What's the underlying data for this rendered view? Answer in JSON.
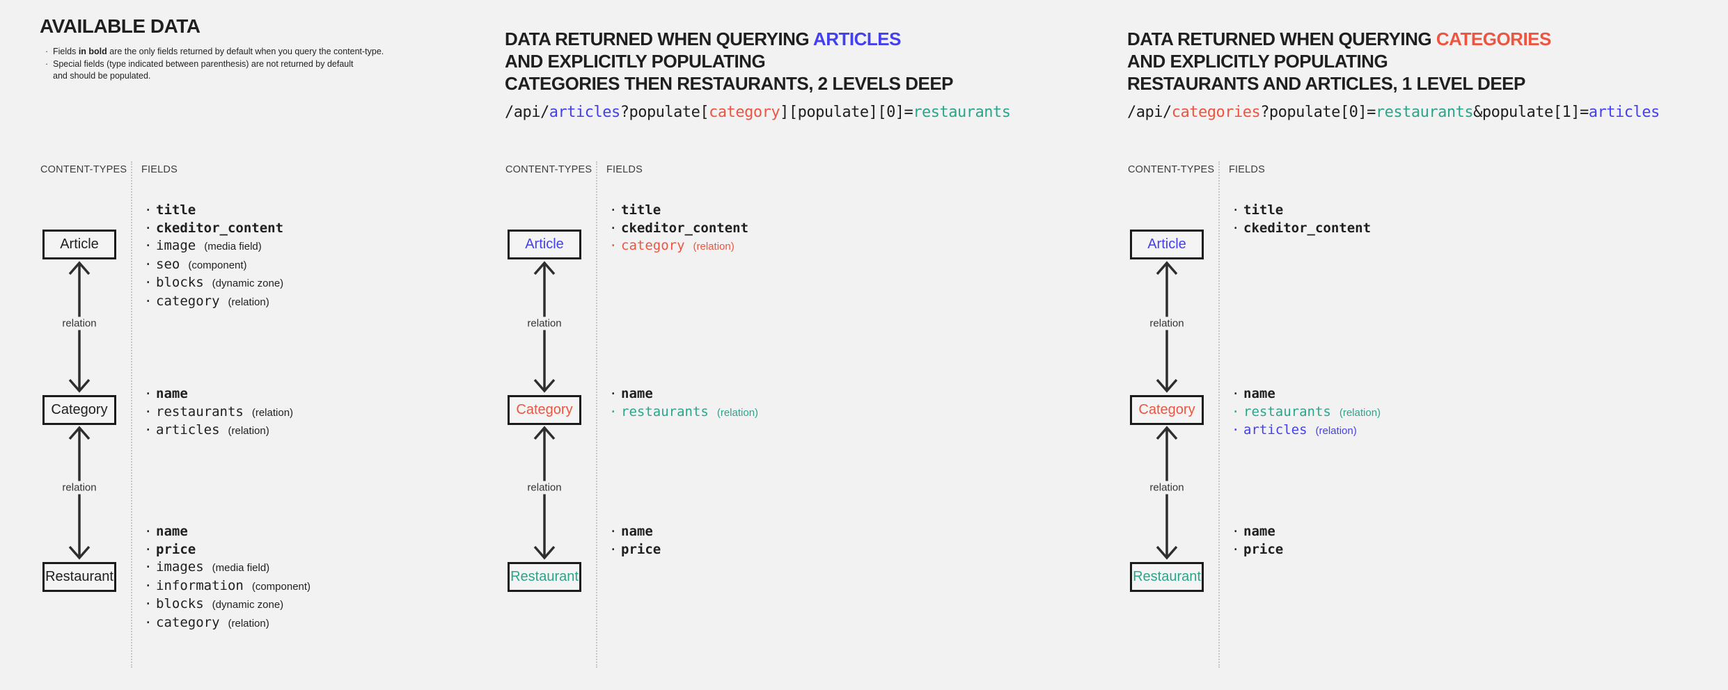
{
  "colors": {
    "dark": "#1f1f1f",
    "blue": "#4440ee",
    "red": "#ee5541",
    "green": "#2aa58c",
    "muted": "#3d3d3d",
    "background": "#f2f2f2"
  },
  "columns": [
    {
      "name": "available-data",
      "title_lines": [
        [
          {
            "text": "AVAILABLE DATA",
            "color": "dark"
          }
        ]
      ],
      "notes": [
        [
          {
            "text": "Fields ",
            "color": "dark"
          },
          {
            "text": "in bold",
            "color": "dark",
            "bold": true
          },
          {
            "text": " are the only fields returned by default when you query the content-type.",
            "color": "dark"
          }
        ],
        [
          {
            "text": "Special fields (type indicated between parenthesis) are not returned by default\nand should be populated.",
            "color": "dark"
          }
        ]
      ],
      "url_segments": [],
      "headers": {
        "content_types": "CONTENT-TYPES",
        "fields": "FIELDS"
      },
      "relation_label": "relation",
      "nodes": [
        {
          "label": "Article",
          "color": "dark",
          "fields": [
            {
              "name": "title",
              "bold": true,
              "color": "dark"
            },
            {
              "name": "ckeditor_content",
              "bold": true,
              "color": "dark"
            },
            {
              "name": "image",
              "annotation": "(media field)",
              "color": "dark"
            },
            {
              "name": "seo",
              "annotation": "(component)",
              "color": "dark"
            },
            {
              "name": "blocks",
              "annotation": "(dynamic zone)",
              "color": "dark"
            },
            {
              "name": "category",
              "annotation": "(relation)",
              "color": "dark"
            }
          ]
        },
        {
          "label": "Category",
          "color": "dark",
          "fields": [
            {
              "name": "name",
              "bold": true,
              "color": "dark"
            },
            {
              "name": "restaurants",
              "annotation": "(relation)",
              "color": "dark"
            },
            {
              "name": "articles",
              "annotation": "(relation)",
              "color": "dark"
            }
          ]
        },
        {
          "label": "Restaurant",
          "color": "dark",
          "fields": [
            {
              "name": "name",
              "bold": true,
              "color": "dark"
            },
            {
              "name": "price",
              "bold": true,
              "color": "dark"
            },
            {
              "name": "images",
              "annotation": "(media field)",
              "color": "dark"
            },
            {
              "name": "information",
              "annotation": "(component)",
              "color": "dark"
            },
            {
              "name": "blocks",
              "annotation": "(dynamic zone)",
              "color": "dark"
            },
            {
              "name": "category",
              "annotation": "(relation)",
              "color": "dark"
            }
          ]
        }
      ]
    },
    {
      "name": "query-articles",
      "title_lines": [
        [
          {
            "text": "DATA RETURNED WHEN QUERYING ",
            "color": "dark"
          },
          {
            "text": "ARTICLES",
            "color": "blue"
          }
        ],
        [
          {
            "text": "AND EXPLICITLY POPULATING",
            "color": "dark"
          }
        ],
        [
          {
            "text": "CATEGORIES THEN RESTAURANTS, 2 LEVELS DEEP",
            "color": "dark"
          }
        ]
      ],
      "notes": [],
      "url_segments": [
        {
          "text": "/api/",
          "color": "dark"
        },
        {
          "text": "articles",
          "color": "blue"
        },
        {
          "text": "?populate[",
          "color": "dark"
        },
        {
          "text": "category",
          "color": "red"
        },
        {
          "text": "][populate][0]=",
          "color": "dark"
        },
        {
          "text": "restaurants",
          "color": "green"
        }
      ],
      "headers": {
        "content_types": "CONTENT-TYPES",
        "fields": "FIELDS"
      },
      "relation_label": "relation",
      "nodes": [
        {
          "label": "Article",
          "color": "blue",
          "fields": [
            {
              "name": "title",
              "bold": true,
              "color": "dark"
            },
            {
              "name": "ckeditor_content",
              "bold": true,
              "color": "dark"
            },
            {
              "name": "category",
              "annotation": "(relation)",
              "color": "red"
            }
          ]
        },
        {
          "label": "Category",
          "color": "red",
          "fields": [
            {
              "name": "name",
              "bold": true,
              "color": "dark"
            },
            {
              "name": "restaurants",
              "annotation": "(relation)",
              "color": "green"
            }
          ]
        },
        {
          "label": "Restaurant",
          "color": "green",
          "fields": [
            {
              "name": "name",
              "bold": true,
              "color": "dark"
            },
            {
              "name": "price",
              "bold": true,
              "color": "dark"
            }
          ]
        }
      ]
    },
    {
      "name": "query-categories",
      "title_lines": [
        [
          {
            "text": "DATA RETURNED WHEN QUERYING ",
            "color": "dark"
          },
          {
            "text": "CATEGORIES",
            "color": "red"
          }
        ],
        [
          {
            "text": "AND EXPLICITLY POPULATING",
            "color": "dark"
          }
        ],
        [
          {
            "text": "RESTAURANTS AND ARTICLES, 1 LEVEL DEEP",
            "color": "dark"
          }
        ]
      ],
      "notes": [],
      "url_segments": [
        {
          "text": "/api/",
          "color": "dark"
        },
        {
          "text": "categories",
          "color": "red"
        },
        {
          "text": "?populate[0]=",
          "color": "dark"
        },
        {
          "text": "restaurants",
          "color": "green"
        },
        {
          "text": "&populate[1]=",
          "color": "dark"
        },
        {
          "text": "articles",
          "color": "blue"
        }
      ],
      "headers": {
        "content_types": "CONTENT-TYPES",
        "fields": "FIELDS"
      },
      "relation_label": "relation",
      "nodes": [
        {
          "label": "Article",
          "color": "blue",
          "fields": [
            {
              "name": "title",
              "bold": true,
              "color": "dark"
            },
            {
              "name": "ckeditor_content",
              "bold": true,
              "color": "dark"
            }
          ]
        },
        {
          "label": "Category",
          "color": "red",
          "fields": [
            {
              "name": "name",
              "bold": true,
              "color": "dark"
            },
            {
              "name": "restaurants",
              "annotation": "(relation)",
              "color": "green"
            },
            {
              "name": "articles",
              "annotation": "(relation)",
              "color": "blue"
            }
          ]
        },
        {
          "label": "Restaurant",
          "color": "green",
          "fields": [
            {
              "name": "name",
              "bold": true,
              "color": "dark"
            },
            {
              "name": "price",
              "bold": true,
              "color": "dark"
            }
          ]
        }
      ]
    }
  ]
}
